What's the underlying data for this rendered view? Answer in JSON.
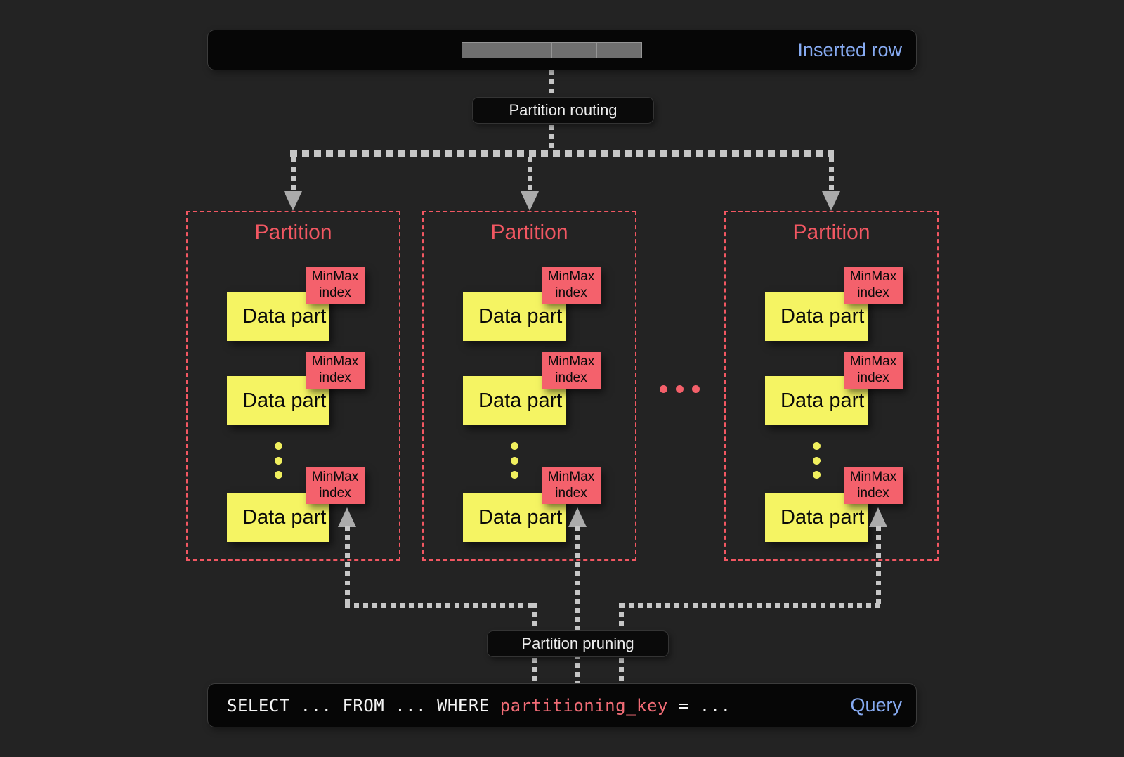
{
  "colors": {
    "background": "#232323",
    "accent_red": "#f25762",
    "minmax_pink": "#f4616c",
    "datapart_yellow": "#f5f463",
    "link_blue": "#87abf2",
    "line_gray": "#c6c6c6"
  },
  "inserted_row": {
    "label": "Inserted row",
    "segment_count": 4
  },
  "routing": {
    "label": "Partition routing"
  },
  "partitions": [
    {
      "title": "Partition",
      "parts": [
        {
          "label": "Data part",
          "index": "MinMax index"
        },
        {
          "label": "Data part",
          "index": "MinMax index"
        },
        {
          "label": "Data part",
          "index": "MinMax index"
        }
      ]
    },
    {
      "title": "Partition",
      "parts": [
        {
          "label": "Data part",
          "index": "MinMax index"
        },
        {
          "label": "Data part",
          "index": "MinMax index"
        },
        {
          "label": "Data part",
          "index": "MinMax index"
        }
      ]
    },
    {
      "title": "Partition",
      "parts": [
        {
          "label": "Data part",
          "index": "MinMax index"
        },
        {
          "label": "Data part",
          "index": "MinMax index"
        },
        {
          "label": "Data part",
          "index": "MinMax index"
        }
      ]
    }
  ],
  "pruning": {
    "label": "Partition pruning"
  },
  "query": {
    "prefix": "SELECT ... FROM ... WHERE ",
    "key": "partitioning_key",
    "suffix": " = ...",
    "label": "Query"
  }
}
